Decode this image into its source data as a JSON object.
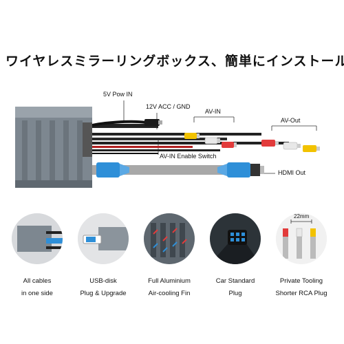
{
  "headline": "ワイヤレスミラーリングボックス、簡単にインストール",
  "labels": {
    "power": "5V Pow IN",
    "acc": "12V ACC / GND",
    "av_in": "AV-IN",
    "av_out": "AV-Out",
    "enable": "AV-IN Enable Switch",
    "hdmi": "HDMI Out"
  },
  "features": [
    {
      "line1": "All  cables",
      "line2": "in one side",
      "icon": "cables-one-side-icon"
    },
    {
      "line1": "USB-disk",
      "line2": "Plug & Upgrade",
      "icon": "usb-disk-icon"
    },
    {
      "line1": "Full Aluminium",
      "line2": "Air-cooling Fin",
      "icon": "cooling-fin-icon"
    },
    {
      "line1": "Car Standard",
      "line2": "Plug",
      "icon": "car-plug-icon"
    },
    {
      "line1": "Private Tooling",
      "line2": "Shorter RCA Plug",
      "icon": "rca-plug-icon",
      "dimension": "22mm"
    }
  ],
  "colors": {
    "box": "#7d8790",
    "rca_yellow": "#f2c200",
    "rca_red": "#e23b3b",
    "rca_white": "#e8e8e8",
    "hdmi_blue": "#2e8fd8"
  }
}
